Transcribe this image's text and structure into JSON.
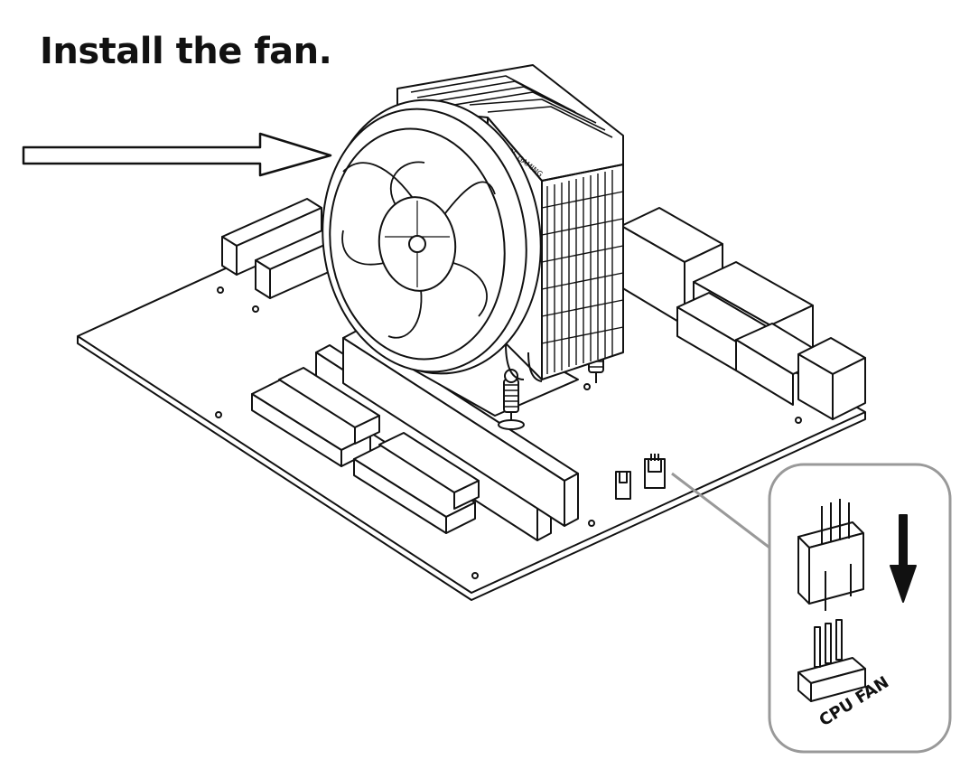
{
  "instruction": {
    "title": "Install the fan."
  },
  "cooler": {
    "brand_text": "MARS GAMING"
  },
  "callout": {
    "header_label": "CPU FAN"
  },
  "colors": {
    "line": "#111111",
    "callout_border": "#999999",
    "fill": "#ffffff"
  }
}
